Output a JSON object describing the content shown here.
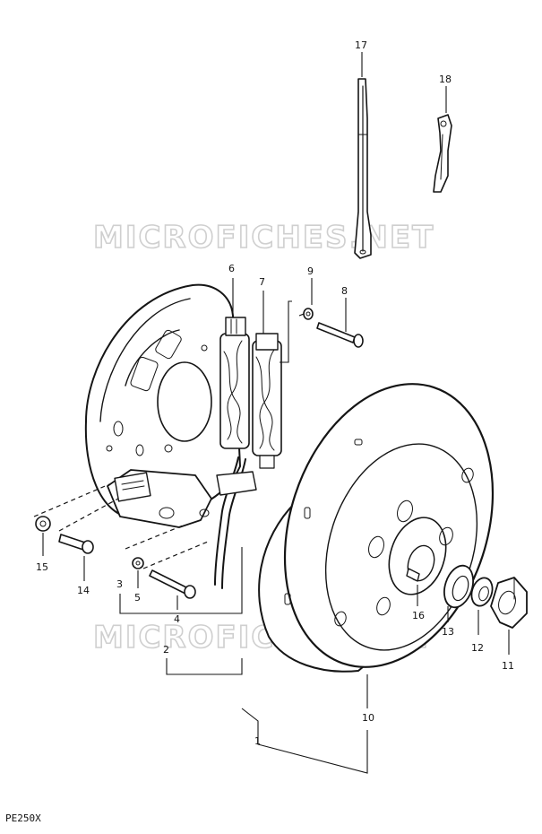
{
  "watermark": {
    "top": "MICROFICHES.NET",
    "bottom": "MICROFICHES.NET"
  },
  "drawing_code": "PE250X",
  "callouts": {
    "c1": "1",
    "c2": "2",
    "c3": "3",
    "c4": "4",
    "c5": "5",
    "c6": "6",
    "c7": "7",
    "c8": "8",
    "c9": "9",
    "c10": "10",
    "c11": "11",
    "c12": "12",
    "c13": "13",
    "c14": "14",
    "c15": "15",
    "c16": "16",
    "c17": "17",
    "c18": "18"
  },
  "colors": {
    "ink": "#151515",
    "watermark": "#cfcfcf",
    "background": "#ffffff"
  }
}
